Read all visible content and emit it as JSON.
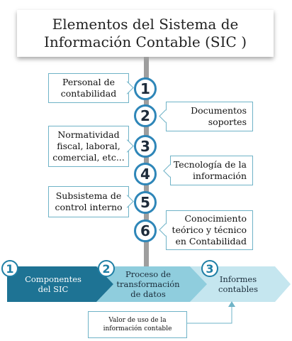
{
  "title": {
    "line1": "Elementos del Sistema de",
    "line2": "Información Contable (SIC )"
  },
  "elements": [
    {
      "number": "1",
      "lines": [
        "Personal de",
        "contabilidad"
      ],
      "side": "left"
    },
    {
      "number": "2",
      "lines": [
        "Documentos",
        "soportes"
      ],
      "side": "right"
    },
    {
      "number": "3",
      "lines": [
        "Normatividad",
        "fiscal, laboral,",
        "comercial, etc..."
      ],
      "side": "left"
    },
    {
      "number": "4",
      "lines": [
        "Tecnología de la",
        "información"
      ],
      "side": "right"
    },
    {
      "number": "5",
      "lines": [
        "Subsistema de",
        "control interno"
      ],
      "side": "left"
    },
    {
      "number": "6",
      "lines": [
        "Conocimiento",
        "teórico y técnico",
        "en Contabilidad"
      ],
      "side": "right"
    }
  ],
  "process": [
    {
      "number": "1",
      "lines": [
        "Componentes",
        "del SIC"
      ],
      "color": "#1e7394"
    },
    {
      "number": "2",
      "lines": [
        "Proceso de",
        "transformación",
        "de datos"
      ],
      "color": "#8fcddd"
    },
    {
      "number": "3",
      "lines": [
        "Informes",
        "contables"
      ],
      "color": "#c5e6ef"
    }
  ],
  "note": {
    "line1": "Valor de uso de la",
    "line2": "información contable"
  },
  "colors": {
    "accent": "#2e86b8",
    "border": "#6fb3c7",
    "timeline": "#9e9e9e"
  }
}
